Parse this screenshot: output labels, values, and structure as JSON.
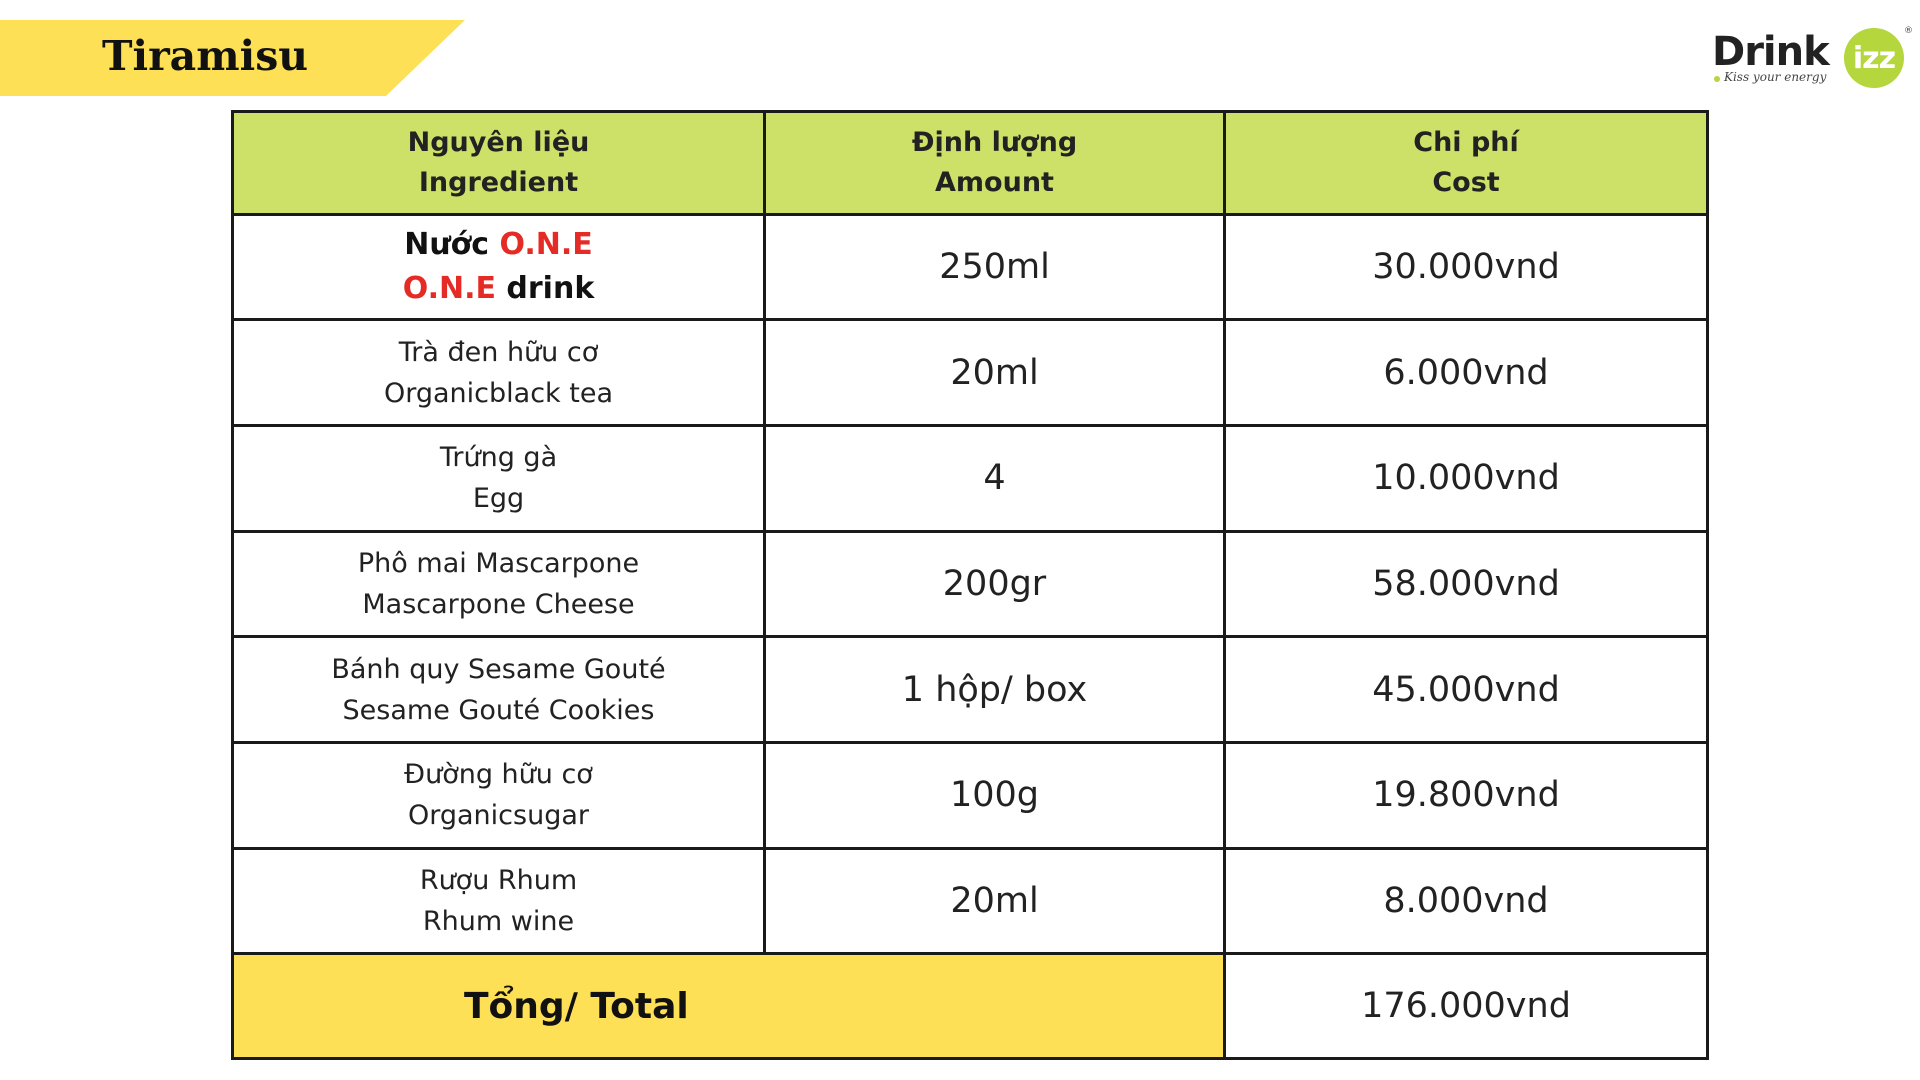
{
  "title": "Tiramisu",
  "logo": {
    "word": "Drink",
    "badge": "izz",
    "tagline": "Kiss your energy",
    "reg_mark": "®"
  },
  "colors": {
    "banner": "#fde055",
    "header": "#cde068",
    "accent_red": "#e42b25",
    "logo_green": "#b5d63c"
  },
  "table": {
    "headers": [
      {
        "vi": "Nguyên liệu",
        "en": "Ingredient"
      },
      {
        "vi": "Định lượng",
        "en": "Amount"
      },
      {
        "vi": "Chi phí",
        "en": "Cost"
      }
    ],
    "first_row": {
      "line1_prefix": "Nước ",
      "line1_brand": "O.N.E",
      "line2_brand": "O.N.E",
      "line2_suffix": " drink",
      "amount": "250ml",
      "cost": "30.000vnd"
    },
    "rows": [
      {
        "vi": "Trà đen hữu cơ",
        "en": "Organicblack tea",
        "amount": "20ml",
        "cost": "6.000vnd"
      },
      {
        "vi": "Trứng gà",
        "en": "Egg",
        "amount": "4",
        "cost": "10.000vnd"
      },
      {
        "vi": "Phô mai Mascarpone",
        "en": "Mascarpone Cheese",
        "amount": "200gr",
        "cost": "58.000vnd"
      },
      {
        "vi": "Bánh quy Sesame Gouté",
        "en": "Sesame Gouté Cookies",
        "amount": "1 hộp/ box",
        "cost": "45.000vnd"
      },
      {
        "vi": "Đường hữu cơ",
        "en": "Organicsugar",
        "amount": "100g",
        "cost": "19.800vnd"
      },
      {
        "vi": "Rượu Rhum",
        "en": "Rhum wine",
        "amount": "20ml",
        "cost": "8.000vnd"
      }
    ],
    "total": {
      "label": "Tổng/ Total",
      "cost": "176.000vnd"
    }
  }
}
